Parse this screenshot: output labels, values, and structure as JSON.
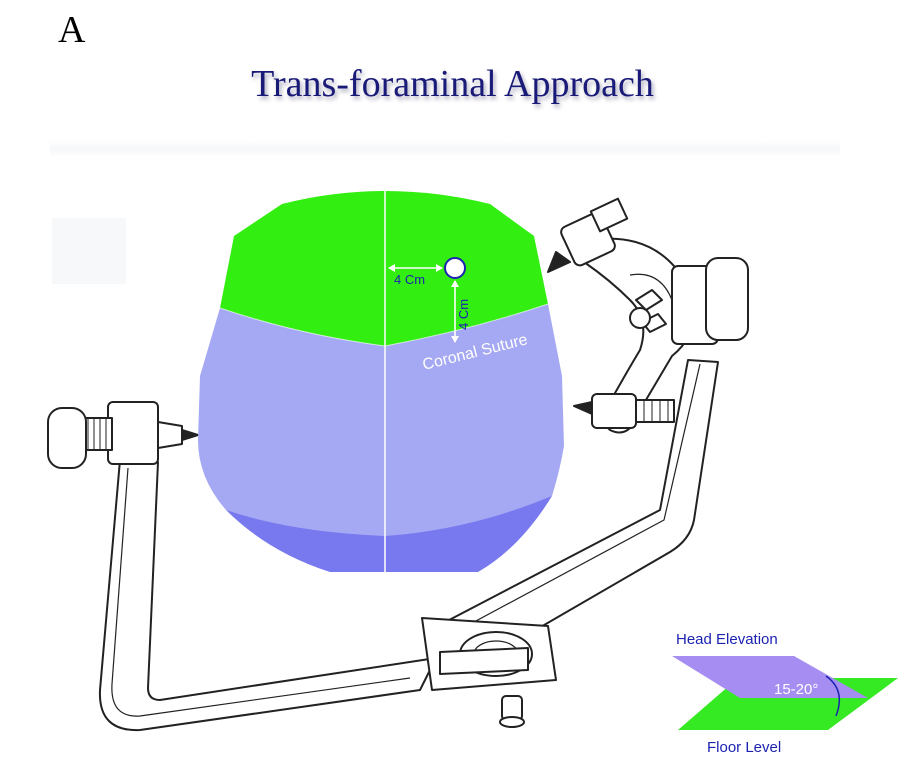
{
  "panel_label": "A",
  "title": "Trans-foraminal Approach",
  "skull": {
    "horizontal_measure": "4 Cm",
    "vertical_measure": "4 Cm",
    "suture_label": "Coronal Suture"
  },
  "inset": {
    "head_label": "Head Elevation",
    "angle_label": "15-20°",
    "floor_label": "Floor Level"
  },
  "colors": {
    "frontal_green": "#33ee11",
    "parietal_blue": "#a5a8f3",
    "occipital_blue": "#7879ef",
    "head_plane": "#a58df2",
    "floor_plane": "#35ea22",
    "label_blue": "#1c23b0"
  }
}
